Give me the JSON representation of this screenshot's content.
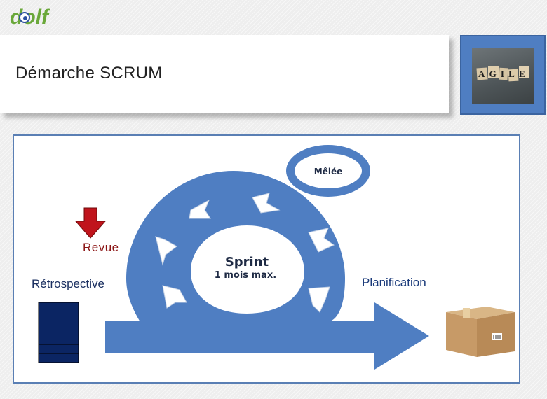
{
  "header": {
    "logo_text": "dolf",
    "title": "Démarche SCRUM",
    "image_word": "AGILE"
  },
  "diagram": {
    "sprint_label": "Sprint",
    "sprint_sub": "1 mois max.",
    "melee_label": "Mêlée",
    "revue_label": "Revue",
    "retro_label": "Rétrospective",
    "plan_label": "Planification",
    "colors": {
      "loop_blue": "#4f7ec2",
      "arrow_red": "#c0141c",
      "backlog_navy": "#0b2563",
      "box_brown": "#c79a67"
    }
  }
}
